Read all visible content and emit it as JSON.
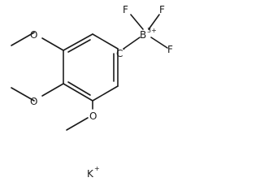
{
  "molecule": {
    "labels": {
      "f_top_left": "F",
      "f_top_right": "F",
      "f_right": "F",
      "boron": "B",
      "boron_charge": "3+",
      "carbanion": "C",
      "carbanion_charge": "-",
      "o_top": "O",
      "o_middle": "O",
      "o_bottom": "O",
      "potassium": "K",
      "potassium_charge": "+"
    }
  }
}
